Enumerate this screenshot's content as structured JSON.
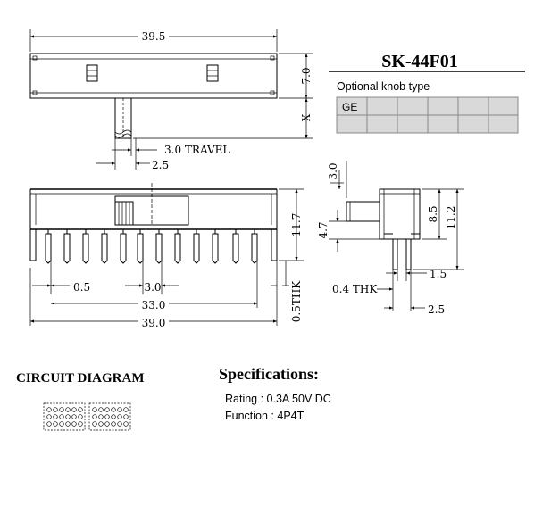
{
  "part_number": "SK-44F01",
  "knob": {
    "label": "Optional knob type",
    "first_cell": "GE"
  },
  "dimensions": {
    "overall_length": "39.5",
    "body_height": "7.0",
    "shaft_length": "X",
    "travel": "3.0  TRAVEL",
    "knob_offset": "2.5",
    "side_height": "11.7",
    "terminal_length": "4.7",
    "pin_offset": "0.5",
    "pin_pitch": "3.0",
    "pin_span": "33.0",
    "base_length": "39.0",
    "plate_thickness": "0.5THK",
    "right_shaft_top": "3.0",
    "right_inner_height": "8.5",
    "right_total_height": "11.2",
    "right_pin_gap": "1.5",
    "right_thickness": "0.4 THK",
    "right_pin_offset": "2.5"
  },
  "circuit": {
    "label": "CIRCUIT DIAGRAM"
  },
  "specs": {
    "title": "Specifications:",
    "rating": "Rating : 0.3A  50V  DC",
    "function": "Function : 4P4T"
  }
}
